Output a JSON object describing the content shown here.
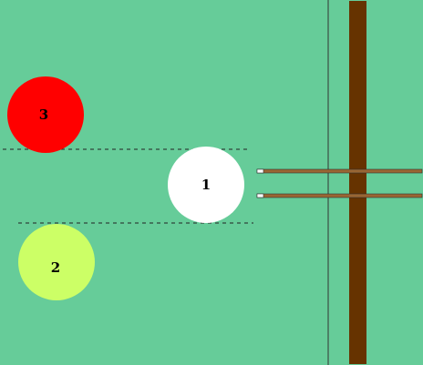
{
  "table": {
    "felt_color": "#66cc99",
    "rail_color": "#663300"
  },
  "balls": [
    {
      "number": "1",
      "color": "#ffffff",
      "role": "cue-ball"
    },
    {
      "number": "2",
      "color": "#ccff66"
    },
    {
      "number": "3",
      "color": "#ff0000"
    }
  ],
  "cue": {
    "shaft_color": "#996633",
    "tip_color": "#ffffff"
  }
}
